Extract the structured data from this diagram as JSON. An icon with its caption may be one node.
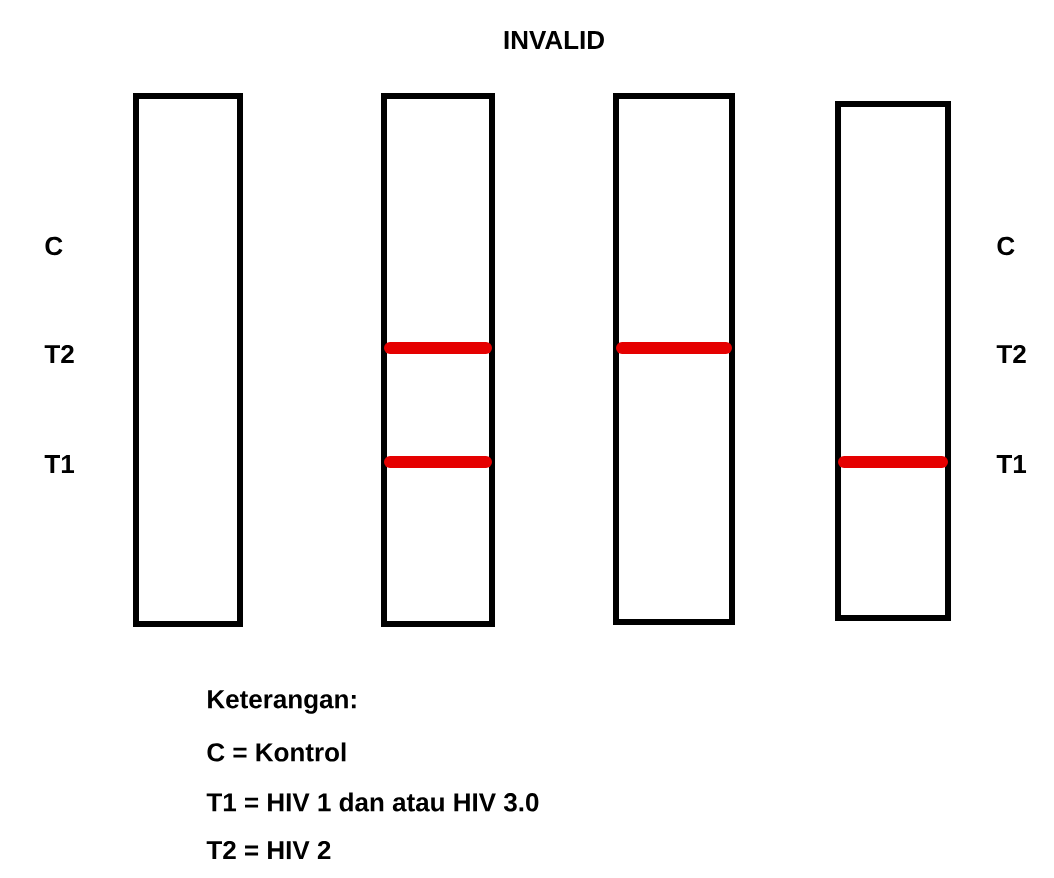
{
  "diagram": {
    "title": "INVALID",
    "nodes": [
      {
        "text": [],
        "shape": "box"
      },
      {
        "text": [],
        "shape": "box"
      },
      {
        "text": [],
        "shape": "box"
      },
      {
        "text": [],
        "shape": "box"
      }
    ],
    "edges": [],
    "labels": [
      "C",
      "T2",
      "T1",
      "C",
      "T2",
      "T1",
      "Keterangan:",
      "C = Kontrol",
      "T1 = HIV 1 dan atau HIV 3.0",
      "T2 = HIV 2"
    ]
  }
}
